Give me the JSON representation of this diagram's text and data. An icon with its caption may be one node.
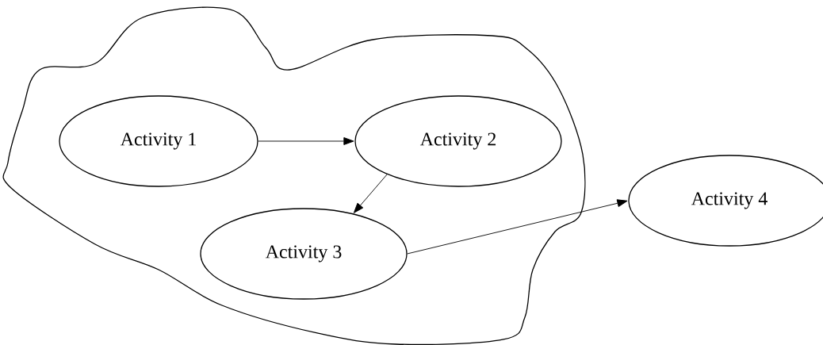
{
  "diagram": {
    "nodes": [
      {
        "text": [],
        "shape": "cloud"
      },
      {
        "text": [
          "Activity 1"
        ],
        "in": 0
      },
      {
        "text": [
          "Activity 2"
        ],
        "in": 0
      },
      {
        "text": [
          "Activity 3"
        ],
        "in": 0
      },
      {
        "text": [
          "Activity 4"
        ]
      }
    ],
    "edges": [
      {
        "from": 1,
        "to": 2,
        "arrow": "to"
      },
      {
        "from": 2,
        "to": 3,
        "arrow": "to"
      },
      {
        "from": 3,
        "to": 4,
        "arrow": "to"
      }
    ]
  }
}
